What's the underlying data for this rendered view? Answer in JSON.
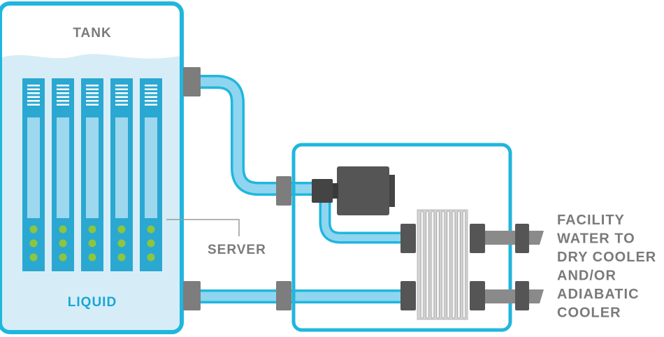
{
  "labels": {
    "tank": "TANK",
    "liquid": "LIQUID",
    "server": "SERVER",
    "facility": [
      "FACILITY",
      "WATER TO",
      "DRY COOLER",
      "AND/OR",
      "ADIABATIC",
      "COOLER"
    ]
  },
  "servers": {
    "count": 5,
    "leds_per_server": 3
  },
  "colors": {
    "outline": "#20b6de",
    "liquid": "#d6edf7",
    "pipe": "#8fd5ef",
    "server_body": "#2aa8d2",
    "server_slot": "#9ed8ee",
    "led": "#8cc63f",
    "connector": "#7d7d7d",
    "pump": "#555555",
    "heat_exchanger": "#cfcfcf",
    "label": "#7a7a7a",
    "liquid_label": "#1aa6d5"
  }
}
